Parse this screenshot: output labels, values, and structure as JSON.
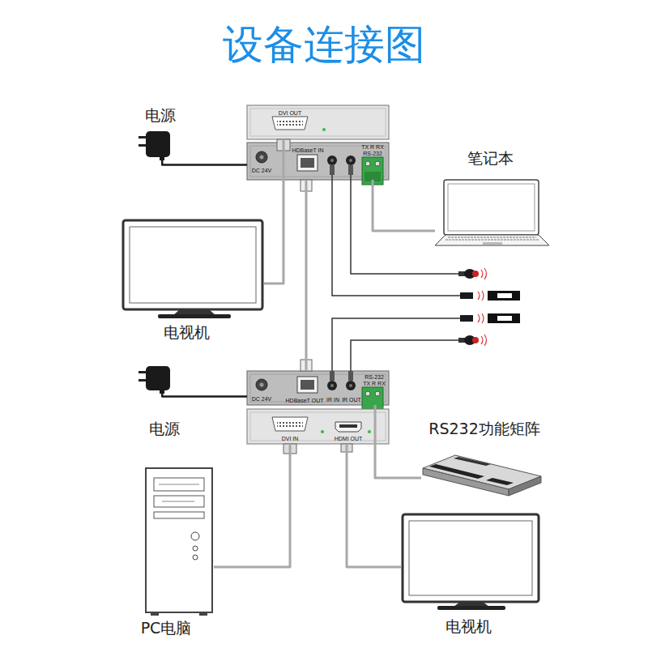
{
  "diagram": {
    "title": "设备连接图",
    "nodes": [
      {
        "text": [
          "DVI OUT"
        ]
      },
      {
        "text": [
          "电源"
        ]
      },
      {
        "text": [
          "DC 24V",
          "HDBaseT IN",
          "TX R RX",
          "RS-232"
        ]
      },
      {
        "text": [
          "笔记本"
        ]
      },
      {
        "text": [
          "电视机"
        ]
      },
      {
        "text": [
          "电源"
        ]
      },
      {
        "text": [
          "DC 24V",
          "HDBaseT OUT",
          "IR IN",
          "IR OUT",
          "RS-232",
          "TX R RX"
        ]
      },
      {
        "text": [
          "DVI IN",
          "HDMI OUT"
        ]
      },
      {
        "text": [
          "RS232功能矩阵"
        ]
      },
      {
        "text": [
          "PC电脑"
        ]
      },
      {
        "text": [
          "电视机"
        ]
      }
    ],
    "edges": [
      {
        "from": 1,
        "to": 2,
        "arrow": "none"
      },
      {
        "from": 0,
        "to": 4,
        "arrow": "none"
      },
      {
        "from": 2,
        "to": 6,
        "arrow": "none"
      },
      {
        "from": 2,
        "to": 3,
        "arrow": "none"
      },
      {
        "from": 5,
        "to": 6,
        "arrow": "none"
      },
      {
        "from": 7,
        "to": 9,
        "arrow": "none"
      },
      {
        "from": 7,
        "to": 10,
        "arrow": "none"
      },
      {
        "from": 6,
        "to": 8,
        "arrow": "none"
      }
    ]
  }
}
